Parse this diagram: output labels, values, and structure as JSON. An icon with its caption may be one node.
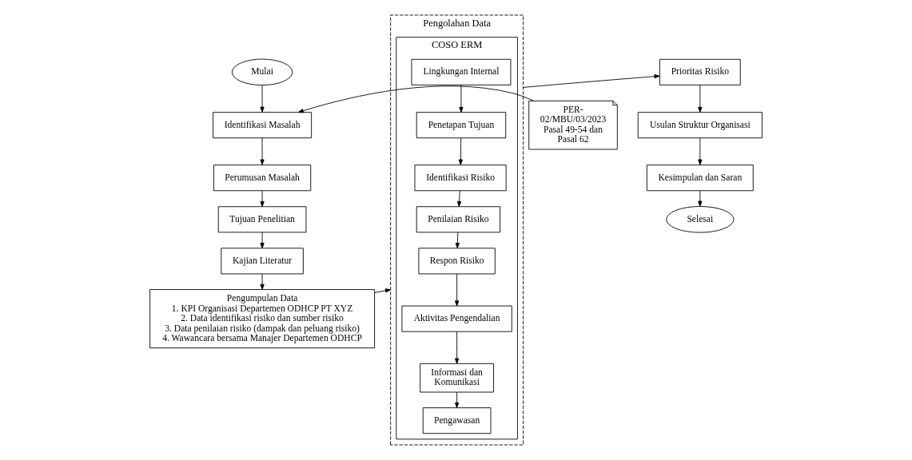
{
  "diagram": {
    "nodes": [
      {
        "text": [
          "Mulai"
        ]
      },
      {
        "text": [
          "PER-02/MBU/03/2023 Pasal 49-54 dan Pasal 62"
        ]
      },
      {
        "text": [
          "Identifikasi Masalah"
        ]
      },
      {
        "text": [
          "Perumusan Masalah"
        ]
      },
      {
        "text": [
          "Tujuan Penelitian"
        ]
      },
      {
        "text": [
          "Kajian Literatur"
        ]
      },
      {
        "text": [
          "Pengumpulan Data",
          "1. KPI Organisasi Departemen ODHCP PT XYZ",
          "2. Data identifikasi risiko dan sumber risiko",
          "3. Data penilaian risiko (dampak dan peluang risiko)",
          "4. Wawancara bersama Manajer Departemen ODHCP"
        ]
      },
      {
        "text": [
          "Pengolahan Data"
        ]
      },
      {
        "text": [
          "COSO ERM"
        ],
        "in": 7
      },
      {
        "text": [
          "Lingkungan Internal"
        ],
        "in": 8
      },
      {
        "text": [
          "Penetapan Tujuan"
        ],
        "in": 8
      },
      {
        "text": [
          "Identifikasi Risiko"
        ],
        "in": 8
      },
      {
        "text": [
          "Penilaian Risiko"
        ],
        "in": 8
      },
      {
        "text": [
          "Respon Risiko"
        ],
        "in": 8
      },
      {
        "text": [
          "Aktivitas Pengendalian"
        ],
        "in": 8
      },
      {
        "text": [
          "Informasi dan Komunikasi"
        ],
        "in": 8
      },
      {
        "text": [
          "Pengawasan"
        ],
        "in": 8
      },
      {
        "text": [
          "Prioritas Risiko"
        ]
      },
      {
        "text": [
          "Usulan Struktur Organisasi"
        ]
      },
      {
        "text": [
          "Kesimpulan dan Saran"
        ]
      },
      {
        "text": [
          "Selesai"
        ]
      }
    ],
    "edges": [
      {
        "from": 0,
        "to": 2,
        "arrow": "to"
      },
      {
        "from": 1,
        "to": 2,
        "arrow": "to"
      },
      {
        "from": 2,
        "to": 3,
        "arrow": "to"
      },
      {
        "from": 3,
        "to": 4,
        "arrow": "to"
      },
      {
        "from": 4,
        "to": 5,
        "arrow": "to"
      },
      {
        "from": 5,
        "to": 6,
        "arrow": "to"
      },
      {
        "from": 6,
        "to": 7,
        "arrow": "to"
      },
      {
        "from": 9,
        "to": 10,
        "arrow": "to"
      },
      {
        "from": 10,
        "to": 11,
        "arrow": "to"
      },
      {
        "from": 11,
        "to": 12,
        "arrow": "to"
      },
      {
        "from": 12,
        "to": 13,
        "arrow": "to"
      },
      {
        "from": 13,
        "to": 14,
        "arrow": "to"
      },
      {
        "from": 14,
        "to": 15,
        "arrow": "to"
      },
      {
        "from": 15,
        "to": 16,
        "arrow": "to"
      },
      {
        "from": 7,
        "to": 17,
        "arrow": "to"
      },
      {
        "from": 17,
        "to": 18,
        "arrow": "to"
      },
      {
        "from": 18,
        "to": 19,
        "arrow": "to"
      },
      {
        "from": 19,
        "to": 20,
        "arrow": "to"
      }
    ]
  }
}
